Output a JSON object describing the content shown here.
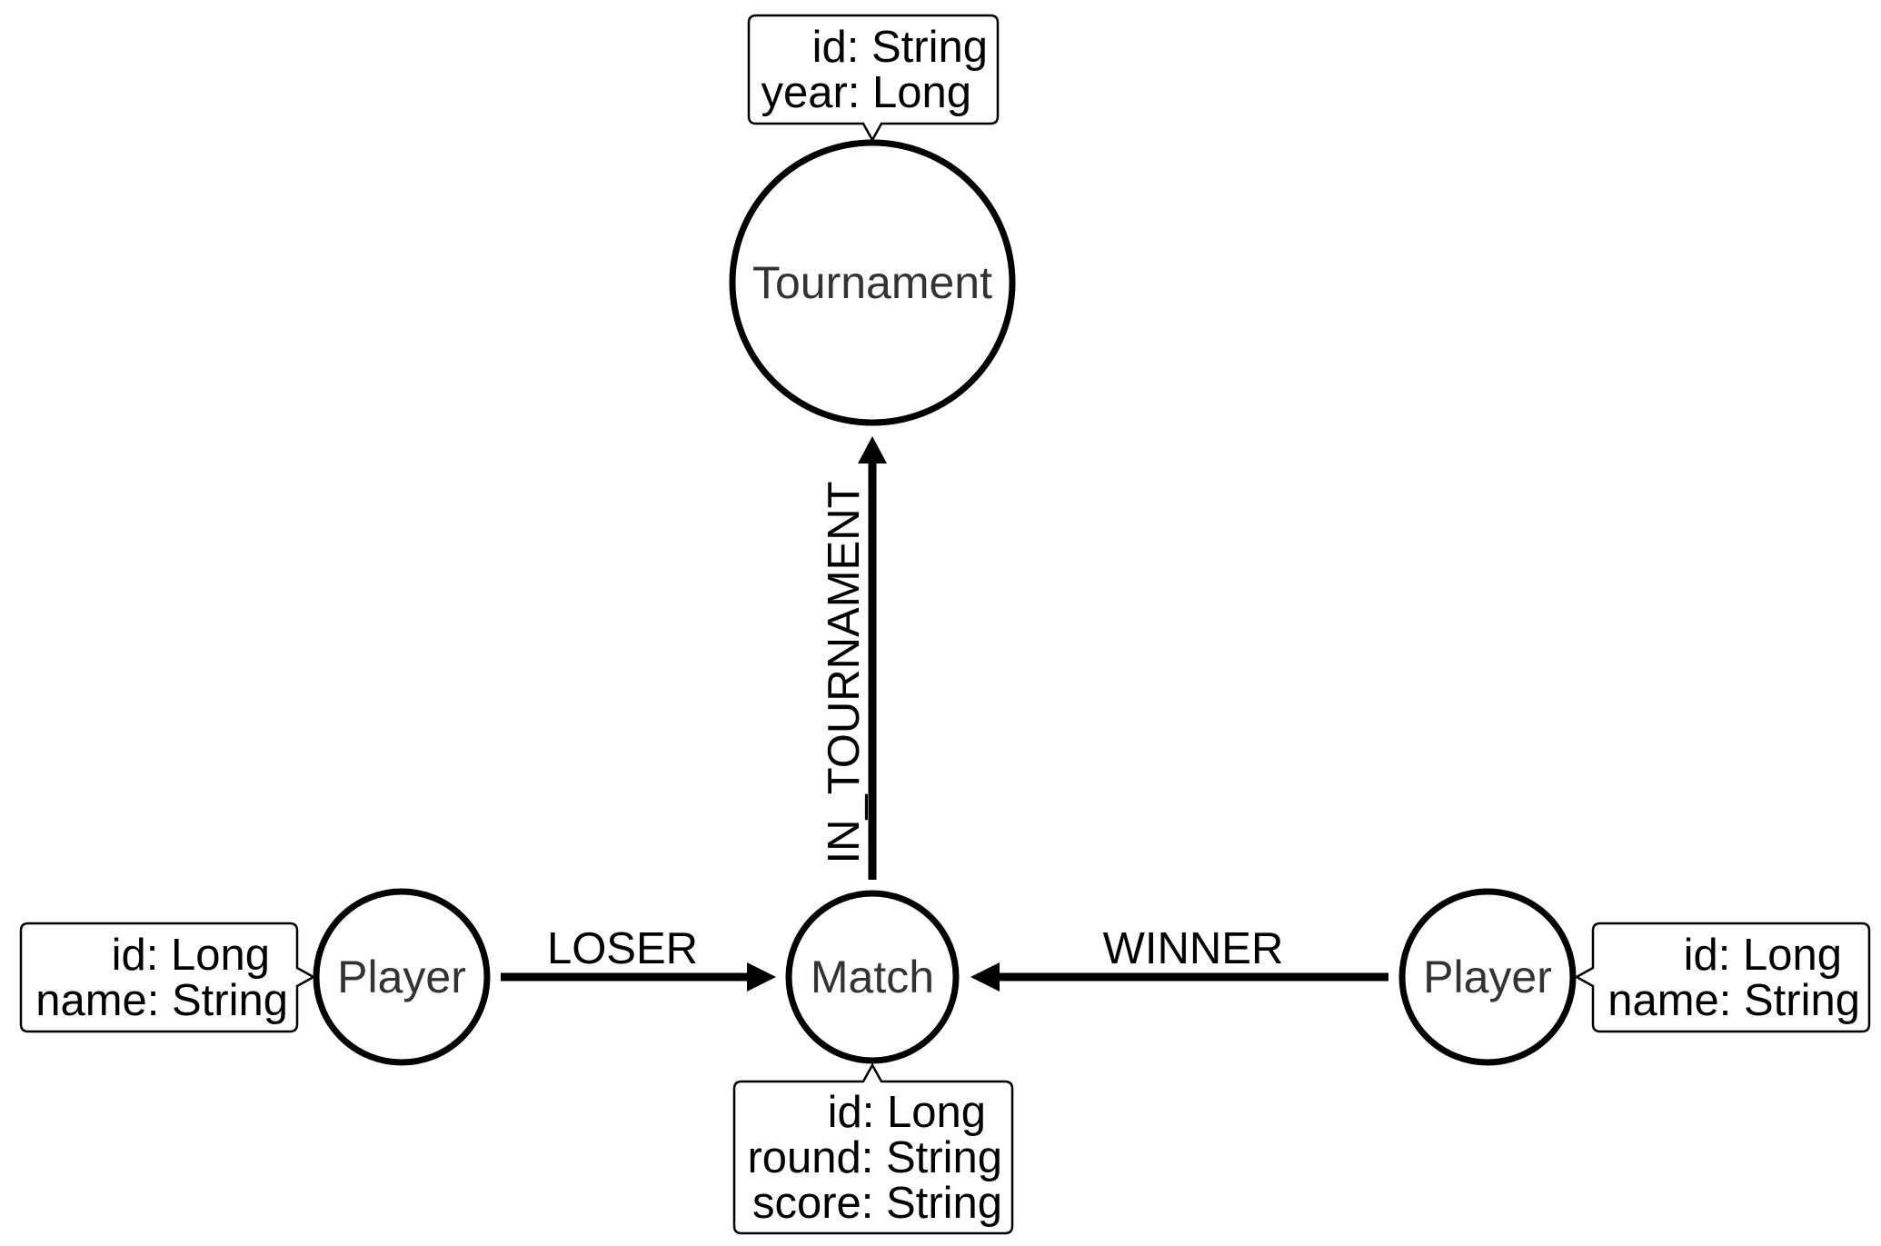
{
  "nodes": {
    "tournament": {
      "label": "Tournament",
      "properties": [
        "id: String",
        "year: Long"
      ]
    },
    "match": {
      "label": "Match",
      "properties": [
        "id: Long",
        "round: String",
        "score: String"
      ]
    },
    "player_left": {
      "label": "Player",
      "properties": [
        "id: Long",
        "name: String"
      ]
    },
    "player_right": {
      "label": "Player",
      "properties": [
        "id: Long",
        "name: String"
      ]
    }
  },
  "edges": {
    "in_tournament": {
      "label": "IN_TOURNAMENT",
      "from": "Match",
      "to": "Tournament"
    },
    "loser": {
      "label": "LOSER",
      "from": "Player",
      "to": "Match"
    },
    "winner": {
      "label": "WINNER",
      "from": "Player",
      "to": "Match"
    }
  },
  "colors": {
    "stroke": "#000000",
    "node_text": "#333333",
    "background": "#ffffff"
  }
}
